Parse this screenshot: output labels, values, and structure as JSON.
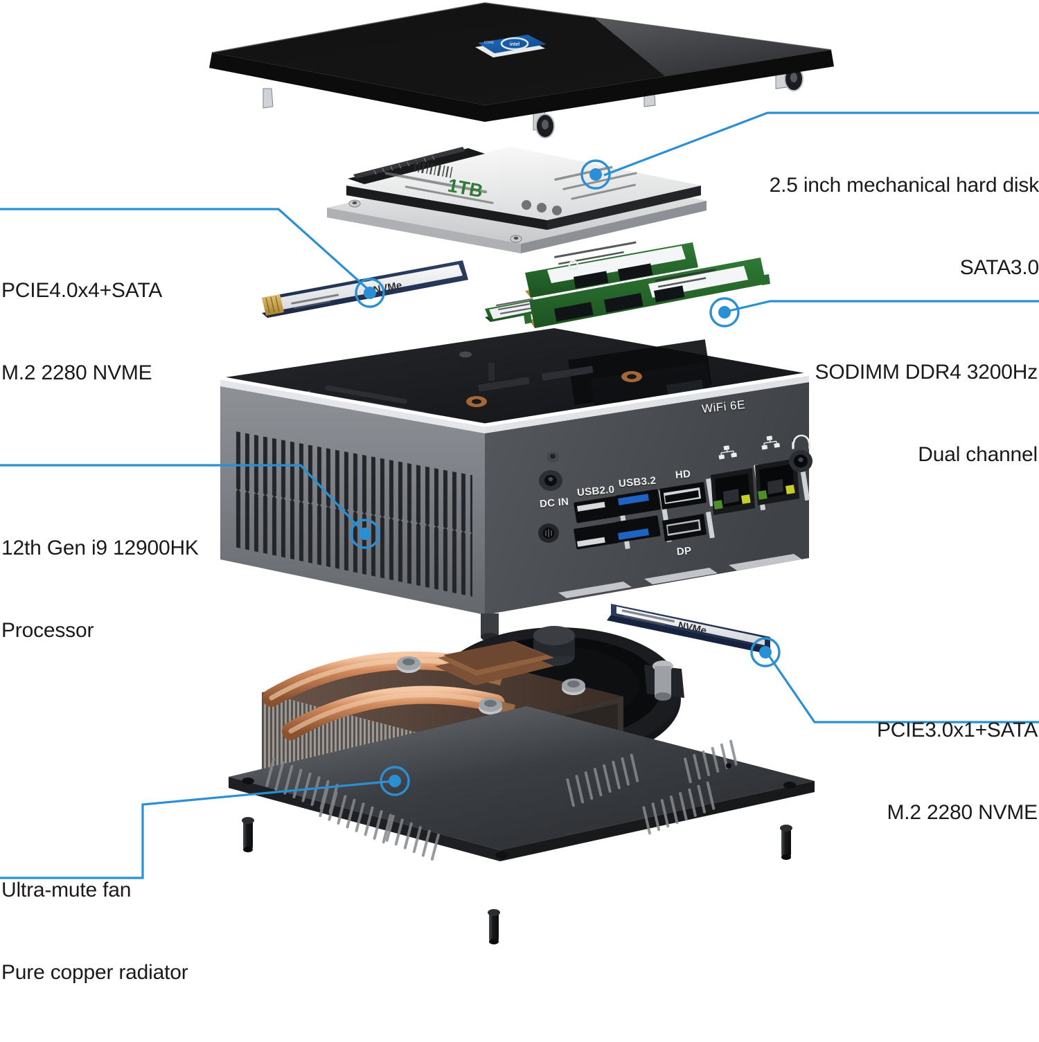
{
  "diagram": {
    "title": "Mini PC exploded view",
    "accent_color": "#2b8fd4",
    "callouts": [
      {
        "id": "hard-disk",
        "side": "right",
        "line1": "2.5 inch mechanical hard disk",
        "line2": "SATA3.0"
      },
      {
        "id": "m2-slot-top",
        "side": "left",
        "line1": "PCIE4.0x4+SATA",
        "line2": "M.2 2280 NVME"
      },
      {
        "id": "memory",
        "side": "right",
        "line1": "SODIMM DDR4 3200Hz",
        "line2": "Dual channel"
      },
      {
        "id": "processor",
        "side": "left",
        "line1": "12th Gen i9 12900HK",
        "line2": "Processor"
      },
      {
        "id": "m2-slot-bottom",
        "side": "right",
        "line1": "PCIE3.0x1+SATA",
        "line2": "M.2 2280 NVME"
      },
      {
        "id": "cooling",
        "side": "left",
        "line1": "Ultra-mute fan",
        "line2": "Pure copper radiator"
      }
    ]
  },
  "rear_panel": {
    "ports": {
      "dc_in": "DC IN",
      "usb2": "USB2.0",
      "usb32": "USB3.2",
      "hd": "HD",
      "dp": "DP"
    },
    "wireless_label": "WiFi 6E",
    "icons": {
      "lan_left": "network-icon",
      "lan_right": "network-icon",
      "audio": "headphone-icon"
    }
  },
  "components": {
    "top_cover": {
      "badge": "intel-badge"
    },
    "hard_disk": {
      "capacity_text": "1TB"
    }
  }
}
